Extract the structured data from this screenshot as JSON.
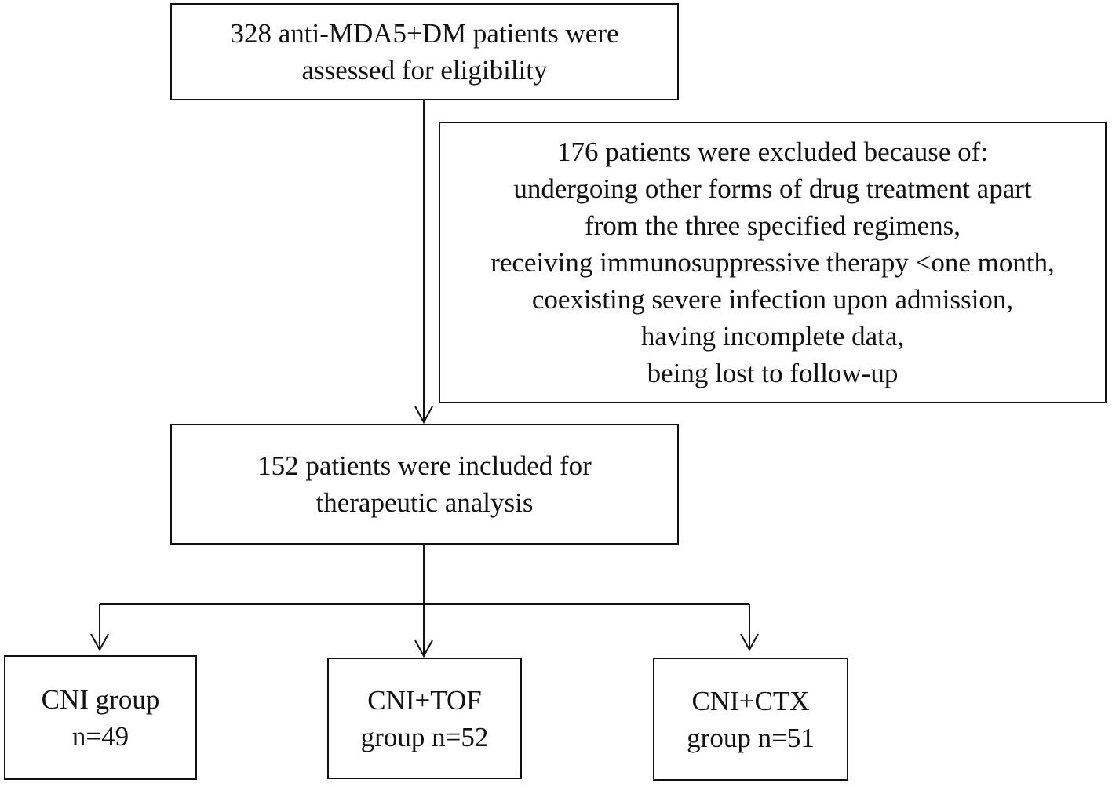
{
  "flowchart": {
    "assessed": {
      "lines": [
        "328 anti-MDA5+DM patients  were",
        "assessed for eligibility"
      ]
    },
    "excluded": {
      "lines": [
        "176 patients were excluded because of:",
        "undergoing other forms of drug treatment apart",
        "from the three specified regimens,",
        "receiving immunosuppressive therapy <one month,",
        "coexisting severe infection upon admission,",
        "having incomplete data,",
        "being lost to follow-up"
      ]
    },
    "included": {
      "lines": [
        "152 patients were included for",
        "therapeutic analysis"
      ]
    },
    "groups": [
      {
        "lines": [
          "CNI group",
          "n=49"
        ]
      },
      {
        "lines": [
          "CNI+TOF",
          "group n=52"
        ]
      },
      {
        "lines": [
          "CNI+CTX",
          "group n=51"
        ]
      }
    ]
  }
}
